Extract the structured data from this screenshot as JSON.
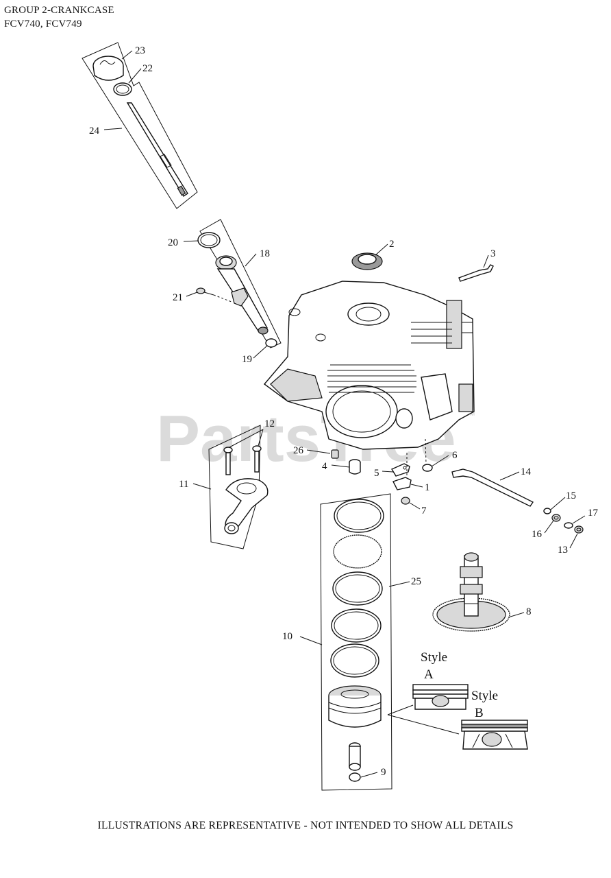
{
  "header": {
    "group_title": "GROUP 2-CRANKCASE",
    "models": "FCV740, FCV749"
  },
  "footer": {
    "disclaimer": "ILLUSTRATIONS ARE REPRESENTATIVE - NOT INTENDED TO SHOW ALL DETAILS"
  },
  "watermark": {
    "text": "PartsTree",
    "trademark": "™"
  },
  "style_labels": {
    "a_word": "Style",
    "a_letter": "A",
    "b_word": "Style",
    "b_letter": "B"
  },
  "callouts": [
    {
      "id": "c1",
      "label": "1"
    },
    {
      "id": "c2",
      "label": "2"
    },
    {
      "id": "c3",
      "label": "3"
    },
    {
      "id": "c4",
      "label": "4"
    },
    {
      "id": "c5",
      "label": "5"
    },
    {
      "id": "c6",
      "label": "6"
    },
    {
      "id": "c7",
      "label": "7"
    },
    {
      "id": "c8",
      "label": "8"
    },
    {
      "id": "c9",
      "label": "9"
    },
    {
      "id": "c10",
      "label": "10"
    },
    {
      "id": "c11",
      "label": "11"
    },
    {
      "id": "c12",
      "label": "12"
    },
    {
      "id": "c13",
      "label": "13"
    },
    {
      "id": "c14",
      "label": "14"
    },
    {
      "id": "c15",
      "label": "15"
    },
    {
      "id": "c16",
      "label": "16"
    },
    {
      "id": "c17",
      "label": "17"
    },
    {
      "id": "c18",
      "label": "18"
    },
    {
      "id": "c19",
      "label": "19"
    },
    {
      "id": "c20",
      "label": "20"
    },
    {
      "id": "c21",
      "label": "21"
    },
    {
      "id": "c22",
      "label": "22"
    },
    {
      "id": "c23",
      "label": "23"
    },
    {
      "id": "c24",
      "label": "24"
    },
    {
      "id": "c25",
      "label": "25"
    },
    {
      "id": "c26",
      "label": "26"
    }
  ]
}
